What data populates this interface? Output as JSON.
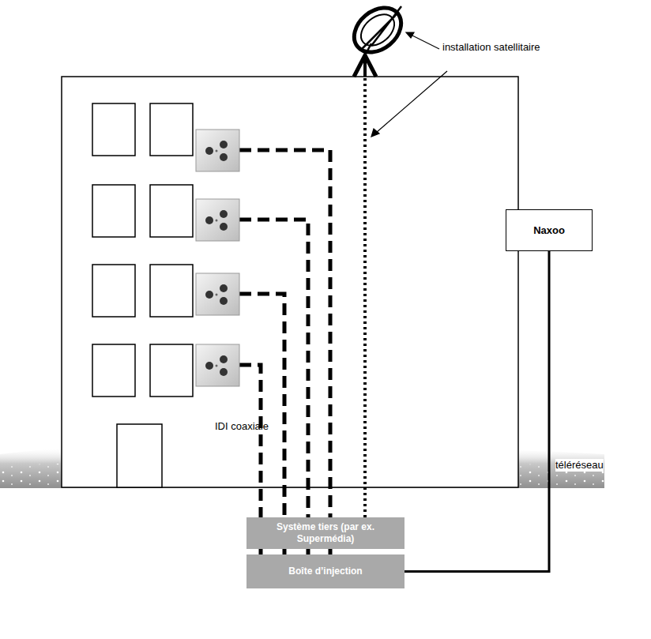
{
  "diagram": {
    "nodes": [
      {
        "text": [
          "Naxoo"
        ]
      },
      {
        "text": [
          "Système tiers (par ex. Supermédia)"
        ]
      },
      {
        "text": [
          "Boîte d’injection"
        ]
      }
    ],
    "edges": [
      {
        "from": 0,
        "to": 2,
        "arrow": "none",
        "label": "téléréseau"
      }
    ],
    "labels": [
      "installation satellitaire",
      "IDI coaxiale"
    ]
  }
}
